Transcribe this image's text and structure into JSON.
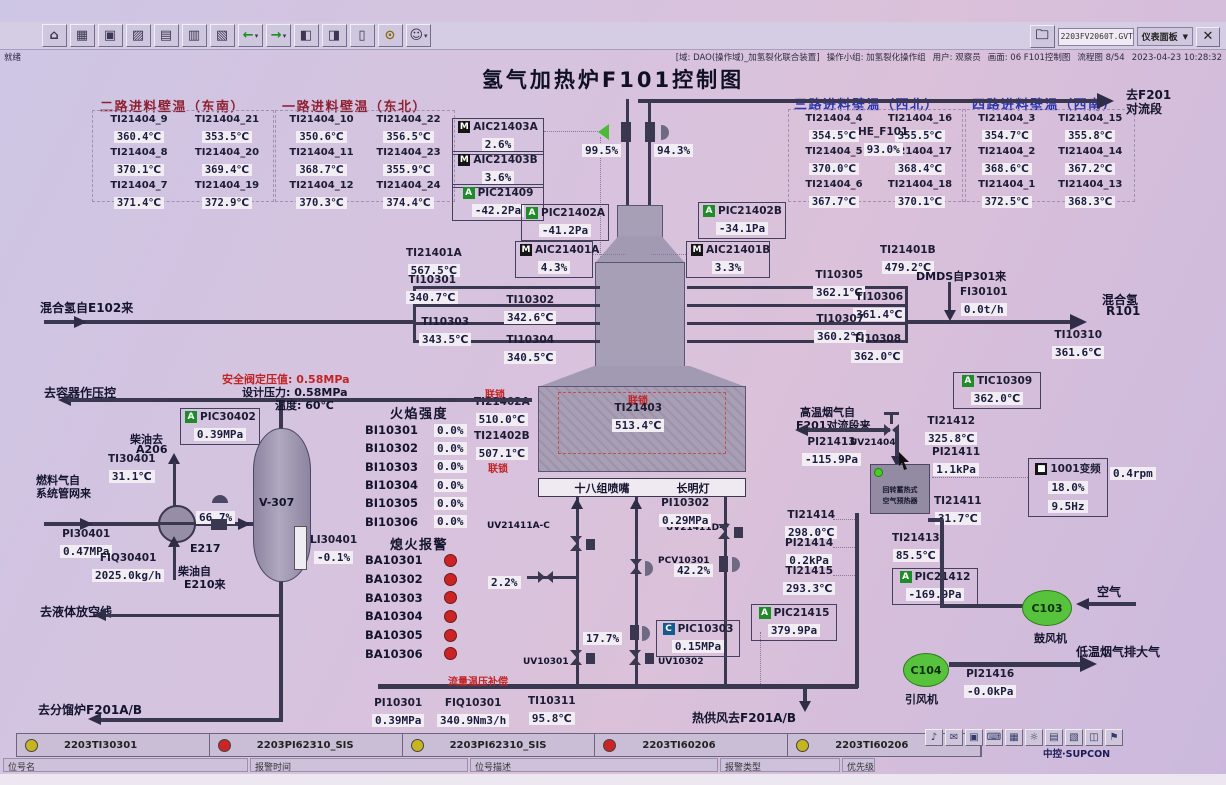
{
  "toolbar": {
    "icons": [
      {
        "name": "home-icon",
        "glyph": "⌂"
      },
      {
        "name": "overview-icon",
        "glyph": "▦"
      },
      {
        "name": "screen-icon",
        "glyph": "▣"
      },
      {
        "name": "flowsheet-icon",
        "glyph": "▨"
      },
      {
        "name": "group-display-icon",
        "glyph": "▤"
      },
      {
        "name": "faceplate-icon",
        "glyph": "▥"
      },
      {
        "name": "report-icon",
        "glyph": "▧"
      },
      {
        "name": "back-icon",
        "glyph": "←",
        "fg": "#1d8e1d",
        "caret": "▾"
      },
      {
        "name": "forward-icon",
        "glyph": "→",
        "fg": "#1d8e1d",
        "caret": "▾"
      },
      {
        "name": "page-up-icon",
        "glyph": "◧"
      },
      {
        "name": "page-down-icon",
        "glyph": "◨"
      },
      {
        "name": "book-icon",
        "glyph": "▯"
      },
      {
        "name": "search-icon",
        "glyph": "⊙",
        "fg": "#8a6a10"
      },
      {
        "name": "user-icon",
        "glyph": "☺",
        "caret": "▾"
      }
    ],
    "screen_field": "2203FV2060T.GVT",
    "panel_select": "仪表面板",
    "dd_caret": "▼",
    "close_glyph": "✕"
  },
  "status": {
    "ready": "就绪",
    "domain": "[域: DAO(操作域)_加氢裂化联合装置]",
    "group": "操作小组: 加氢裂化操作组",
    "user": "用户: 观察员",
    "screen": "画面: 06 F101控制图",
    "flow": "流程图 8/54",
    "time": "2023-04-23 10:28:32"
  },
  "title": "氢气加热炉F101控制图",
  "wall_tables": [
    {
      "title": "二路进料壁温（东南）",
      "cells": [
        {
          "tag": "TI21404_9",
          "value": "360.4℃"
        },
        {
          "tag": "TI21404_21",
          "value": "353.5℃"
        },
        {
          "tag": "TI21404_8",
          "value": "370.1℃"
        },
        {
          "tag": "TI21404_20",
          "value": "369.4℃"
        },
        {
          "tag": "TI21404_7",
          "value": "371.4℃"
        },
        {
          "tag": "TI21404_19",
          "value": "372.9℃"
        }
      ]
    },
    {
      "title": "一路进料壁温（东北）",
      "cells": [
        {
          "tag": "TI21404_10",
          "value": "350.6℃"
        },
        {
          "tag": "TI21404_22",
          "value": "356.5℃"
        },
        {
          "tag": "TI21404_11",
          "value": "368.7℃"
        },
        {
          "tag": "TI21404_23",
          "value": "355.9℃"
        },
        {
          "tag": "TI21404_12",
          "value": "370.3℃"
        },
        {
          "tag": "TI21404_24",
          "value": "374.4℃"
        }
      ]
    },
    {
      "title": "三路进料壁温（西北）",
      "cells": [
        {
          "tag": "TI21404_4",
          "value": "354.5℃"
        },
        {
          "tag": "TI21404_16",
          "value": "355.5℃"
        },
        {
          "tag": "TI21404_5",
          "value": "370.0℃"
        },
        {
          "tag": "TI21404_17",
          "value": "368.4℃"
        },
        {
          "tag": "TI21404_6",
          "value": "367.7℃"
        },
        {
          "tag": "TI21404_18",
          "value": "370.1℃"
        }
      ]
    },
    {
      "title": "四路进料壁温（西南）",
      "cells": [
        {
          "tag": "TI21404_3",
          "value": "354.7℃"
        },
        {
          "tag": "TI21404_15",
          "value": "355.8℃"
        },
        {
          "tag": "TI21404_2",
          "value": "368.6℃"
        },
        {
          "tag": "TI21404_14",
          "value": "367.2℃"
        },
        {
          "tag": "TI21404_1",
          "value": "372.5℃"
        },
        {
          "tag": "TI21404_13",
          "value": "368.3℃"
        }
      ]
    }
  ],
  "inst": {
    "aic21403a": {
      "badge": "M",
      "tag": "AIC21403A",
      "value": "2.6%"
    },
    "aic21403b": {
      "badge": "M",
      "tag": "AIC21403B",
      "value": "3.6%"
    },
    "pic21409": {
      "badge": "A",
      "tag": "PIC21409",
      "value": "-42.2Pa"
    },
    "stack_v1": {
      "value": "99.5%"
    },
    "stack_v2": {
      "value": "94.3%"
    },
    "he_f101": {
      "tag": "HE_F101",
      "value": "93.0%"
    },
    "pic21402a": {
      "badge": "A",
      "tag": "PIC21402A",
      "value": "-41.2Pa"
    },
    "pic21402b": {
      "badge": "A",
      "tag": "PIC21402B",
      "value": "-34.1Pa"
    },
    "aic21401a": {
      "badge": "M",
      "tag": "AIC21401A",
      "value": "4.3%"
    },
    "aic21401b": {
      "badge": "M",
      "tag": "AIC21401B",
      "value": "3.3%"
    },
    "ti21401a": {
      "tag": "TI21401A",
      "value": "567.5℃"
    },
    "ti21401b": {
      "tag": "TI21401B",
      "value": "479.2℃"
    },
    "ti10301": {
      "tag": "TI10301",
      "value": "340.7℃"
    },
    "ti10302": {
      "tag": "TI10302",
      "value": "342.6℃"
    },
    "ti10303": {
      "tag": "TI10303",
      "value": "343.5℃"
    },
    "ti10304": {
      "tag": "TI10304",
      "value": "340.5℃"
    },
    "ti10305": {
      "tag": "TI10305",
      "value": "362.1℃"
    },
    "ti10306": {
      "tag": "TI10306",
      "value": "361.4℃"
    },
    "ti10307": {
      "tag": "TI10307",
      "value": "360.2℃"
    },
    "ti10308": {
      "tag": "TI10308",
      "value": "362.0℃"
    },
    "fi30101": {
      "tag": "FI30101",
      "value": "0.0t/h"
    },
    "ti10310": {
      "tag": "TI10310",
      "value": "361.6℃"
    },
    "tic10309": {
      "badge": "A",
      "tag": "TIC10309",
      "value": "362.0℃"
    },
    "ti21402a": {
      "tag": "TI21402A",
      "value": "510.0℃"
    },
    "ti21402b": {
      "tag": "TI21402B",
      "value": "507.1℃"
    },
    "ti21403": {
      "tag": "TI21403",
      "value": "513.4℃"
    },
    "pic30402": {
      "badge": "A",
      "tag": "PIC30402",
      "value": "0.39MPa"
    },
    "ti30401": {
      "tag": "TI30401",
      "value": "31.1℃"
    },
    "pi30401": {
      "tag": "PI30401",
      "value": "0.47MPa"
    },
    "fiq30401": {
      "tag": "FIQ30401",
      "value": "2025.0kg/h"
    },
    "li30401": {
      "tag": "LI30401",
      "value": "-0.1%"
    },
    "v667": {
      "value": "66.7%"
    },
    "pi10302": {
      "tag": "PI10302",
      "value": "0.29MPa"
    },
    "v22": {
      "value": "2.2%"
    },
    "v422": {
      "value": "42.2%"
    },
    "v177": {
      "value": "17.7%"
    },
    "pic10303": {
      "badge": "C",
      "tag": "PIC10303",
      "value": "0.15MPa"
    },
    "pi10301": {
      "tag": "PI10301",
      "value": "0.39MPa"
    },
    "fiq10301": {
      "tag": "FIQ10301",
      "value": "340.9Nm3/h"
    },
    "ti10311": {
      "tag": "TI10311",
      "value": "95.8℃"
    },
    "pic21415": {
      "badge": "A",
      "tag": "PIC21415",
      "value": "379.9Pa"
    },
    "ti21412": {
      "tag": "TI21412",
      "value": "325.8℃"
    },
    "pi21413": {
      "tag": "PI21413",
      "value": "-115.9Pa"
    },
    "pi21411": {
      "tag": "PI21411",
      "value": "1.1kPa"
    },
    "ti21411": {
      "tag": "TI21411",
      "value": "31.7℃"
    },
    "ti21414": {
      "tag": "TI21414",
      "value": "298.0℃"
    },
    "pi21414": {
      "tag": "PI21414",
      "value": "0.2kPa"
    },
    "ti21415": {
      "tag": "TI21415",
      "value": "293.3℃"
    },
    "ti21413": {
      "tag": "TI21413",
      "value": "85.5℃"
    },
    "pic21412": {
      "badge": "A",
      "tag": "PIC21412",
      "value": "-169.9Pa"
    },
    "pi21416": {
      "tag": "PI21416",
      "value": "-0.0kPa"
    },
    "vfd": {
      "badge": "■",
      "tag": "1001变频",
      "value": "18.0%",
      "freq": "9.5Hz",
      "rpm": "0.4rpm"
    }
  },
  "flame": {
    "header": "火焰强度",
    "rows": [
      {
        "tag": "BI10301",
        "value": "0.0%"
      },
      {
        "tag": "BI10302",
        "value": "0.0%"
      },
      {
        "tag": "BI10303",
        "value": "0.0%"
      },
      {
        "tag": "BI10304",
        "value": "0.0%"
      },
      {
        "tag": "BI10305",
        "value": "0.0%"
      },
      {
        "tag": "BI10306",
        "value": "0.0%"
      }
    ]
  },
  "flameout": {
    "header": "熄火报警",
    "rows": [
      {
        "tag": "BA10301",
        "color": "#cc2424"
      },
      {
        "tag": "BA10302",
        "color": "#cc2424"
      },
      {
        "tag": "BA10303",
        "color": "#cc2424"
      },
      {
        "tag": "BA10304",
        "color": "#cc2424"
      },
      {
        "tag": "BA10305",
        "color": "#cc2424"
      },
      {
        "tag": "BA10306",
        "color": "#cc2424"
      }
    ]
  },
  "labels": {
    "to_f201": "去F201",
    "convection": "对流段",
    "mix_h2_from": "混合氢自E102来",
    "dmds": "DMDS自P301来",
    "mix_h2": "混合氢",
    "r101": "R101",
    "to_vessel": "去容器作压控",
    "safety1": "安全阀定压值: 0.58MPa",
    "safety2": "设计压力: 0.58MPa",
    "safety3": "温度: 60℃",
    "diesel_to": "柴油去",
    "a206": "A206",
    "fuel_gas1": "燃料气自",
    "fuel_gas2": "系统管网来",
    "e217": "E217",
    "v307": "V-307",
    "diesel_from1": "柴油自",
    "diesel_from2": "E210来",
    "to_vent": "去液体放空线",
    "to_frac": "去分馏炉F201A/B",
    "interlock": "联锁",
    "burners": "十八组喷嘴",
    "pilot": "长明灯",
    "uv21411ac": "UV21411A-C",
    "uv21411df": "UV21411D-F",
    "pcv10301": "PCV10301",
    "uv10301": "UV10301",
    "uv10302": "UV10302",
    "uv21404": "UV21404",
    "flow_comp": "流量温压补偿",
    "hot_air": "热供风去F201A/B",
    "flue_from1": "高温烟气自",
    "flue_from2": "F201对流段来",
    "preheater1": "回转蓄热式",
    "preheater2": "空气预热器",
    "c103": "C103",
    "blower": "鼓风机",
    "air": "空气",
    "c104": "C104",
    "fan": "引风机",
    "flue_out": "低温烟气排大气"
  },
  "alarm_bar": {
    "cells": [
      {
        "color": "#c6b520",
        "tag": "2203TI30301"
      },
      {
        "color": "#cc2424",
        "tag": "2203PI62310_SIS"
      },
      {
        "color": "#c6b520",
        "tag": "2203PI62310_SIS"
      },
      {
        "color": "#cc2424",
        "tag": "2203TI60206"
      },
      {
        "color": "#c6b520",
        "tag": "2203TI60206"
      }
    ],
    "field_labels": [
      "位号名",
      "报警时间",
      "位号描述",
      "报警类型",
      "优先级"
    ]
  },
  "tray": {
    "icons": [
      {
        "name": "sound-icon",
        "glyph": "♪"
      },
      {
        "name": "message-icon",
        "glyph": "✉"
      },
      {
        "name": "screen-icon",
        "glyph": "▣"
      },
      {
        "name": "keyboard-icon",
        "glyph": "⌨"
      },
      {
        "name": "grid-icon",
        "glyph": "▦"
      },
      {
        "name": "lamp-icon",
        "glyph": "☼"
      },
      {
        "name": "report-icon",
        "glyph": "▤"
      },
      {
        "name": "chart-icon",
        "glyph": "▧"
      },
      {
        "name": "window-icon",
        "glyph": "◫"
      },
      {
        "name": "flag-icon",
        "glyph": "⚑"
      }
    ]
  },
  "brand": "中控·SUPCON",
  "colors": {
    "alarm_red": "#cc2424",
    "alarm_yellow": "#c6b520",
    "header_red": "#8e2030",
    "header_blue": "#2a35b2",
    "interlock_red": "#c22424",
    "run_green": "#4db83a"
  }
}
